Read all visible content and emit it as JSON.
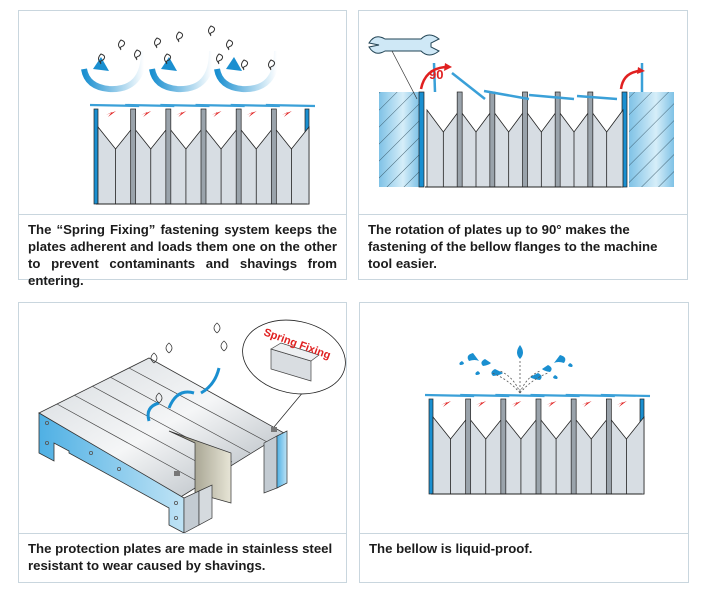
{
  "panels": [
    {
      "id": "spring-fixing-system",
      "caption": "The “Spring Fixing” fastening system keeps the plates adherent and loads them one on the other to prevent contaminants and shavings from entering."
    },
    {
      "id": "plate-rotation",
      "figure_label": "90",
      "caption": "The rotation of plates up to 90° makes the fastening of the bellow flanges to the machine tool easier."
    },
    {
      "id": "stainless-plates",
      "callout_label": "Spring Fixing",
      "caption": "The protection plates are made in stainless steel resistant to wear caused by shavings."
    },
    {
      "id": "liquid-proof",
      "caption": "The bellow is liquid-proof."
    }
  ],
  "colors": {
    "accent_blue": "#1a8fd0",
    "accent_red": "#e02020",
    "plate_grey": "#c8ced4",
    "border": "#c9d6de"
  }
}
